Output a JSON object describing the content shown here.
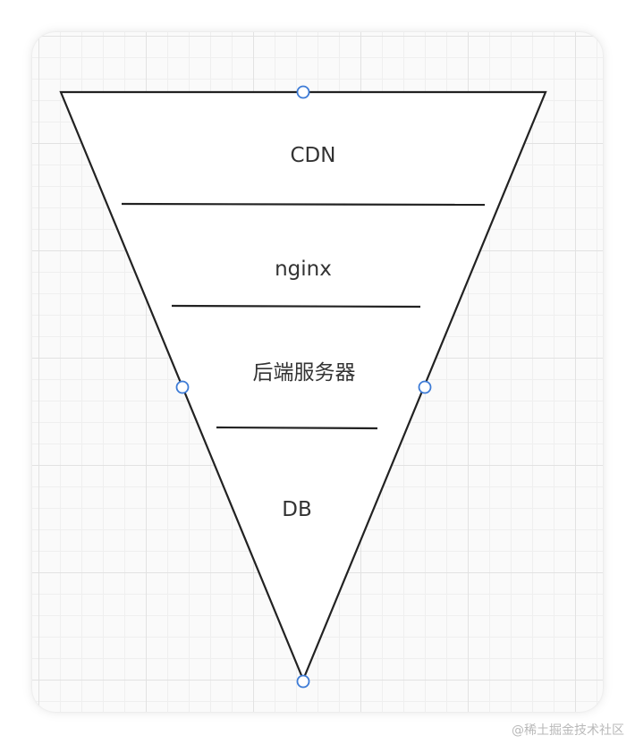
{
  "diagram": {
    "layers": [
      {
        "label": "CDN"
      },
      {
        "label": "nginx"
      },
      {
        "label": "后端服务器"
      },
      {
        "label": "DB"
      }
    ]
  },
  "watermark": "@稀土掘金技术社区",
  "colors": {
    "stroke": "#222222",
    "handle": "#3d7bd6",
    "text": "#333333"
  }
}
